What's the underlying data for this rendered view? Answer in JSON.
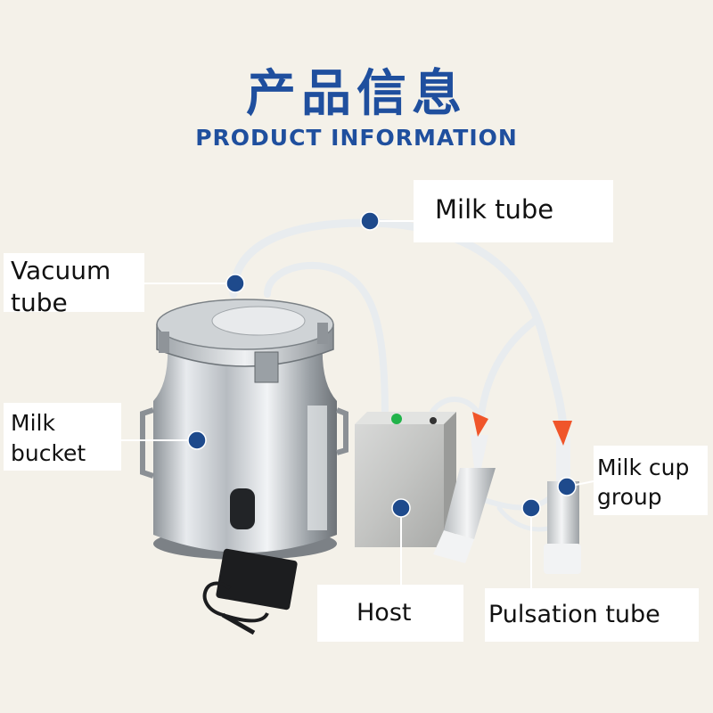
{
  "header": {
    "title_cn": "产品信息",
    "title_en": "PRODUCT INFORMATION"
  },
  "labels": {
    "milk_tube": "Milk tube",
    "vacuum_tube": "Vacuum\ntube",
    "milk_bucket": "Milk\nbucket",
    "milk_cup_group": "Milk cup\ngroup",
    "host": "Host",
    "pulsation_tube": "Pulsation tube"
  },
  "colors": {
    "background": "#f4f1e9",
    "title": "#1f4f9e",
    "marker": "#1e4a8c",
    "valve": "#f0552a",
    "power_button": "#21b34a"
  }
}
